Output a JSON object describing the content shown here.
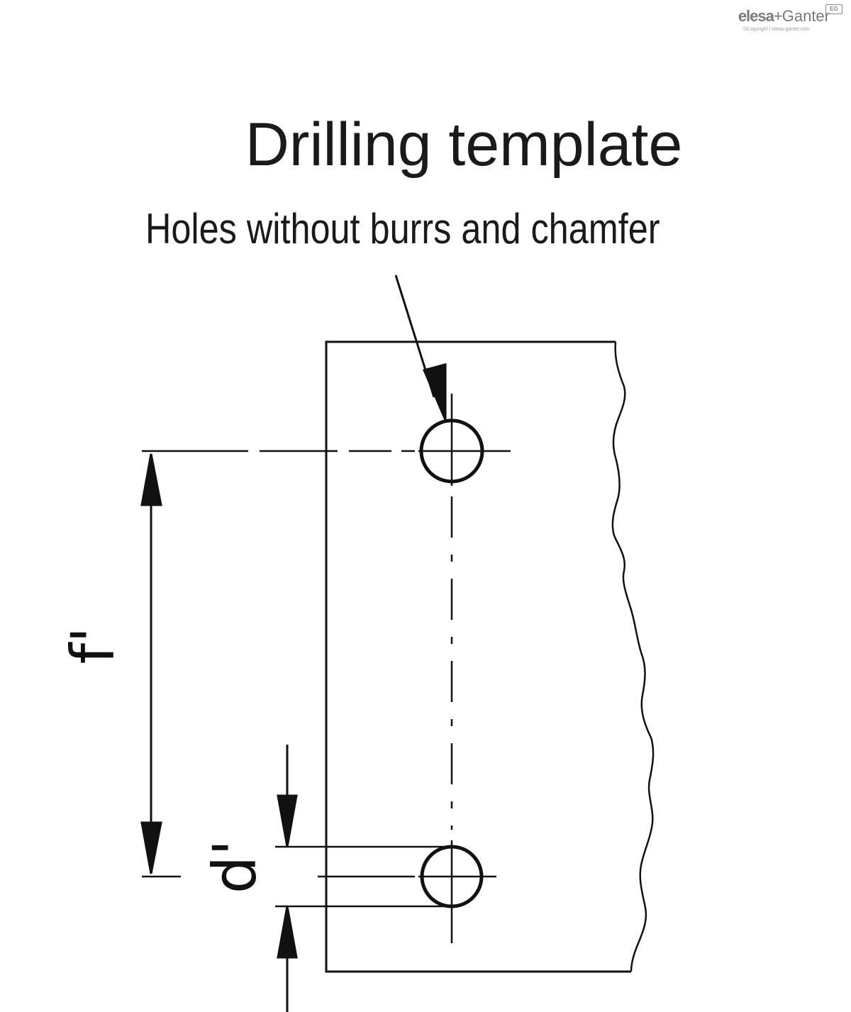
{
  "logo": {
    "brand": "elesa",
    "plus": "+",
    "partner": "Ganter",
    "badge": "EG",
    "copyright": "©Copyright | elesa-ganter.com"
  },
  "drawing": {
    "title": "Drilling template",
    "note": "Holes without burrs and chamfer",
    "dimensions": {
      "hole_spacing_label": "f'",
      "hole_diameter_label": "d'"
    }
  }
}
